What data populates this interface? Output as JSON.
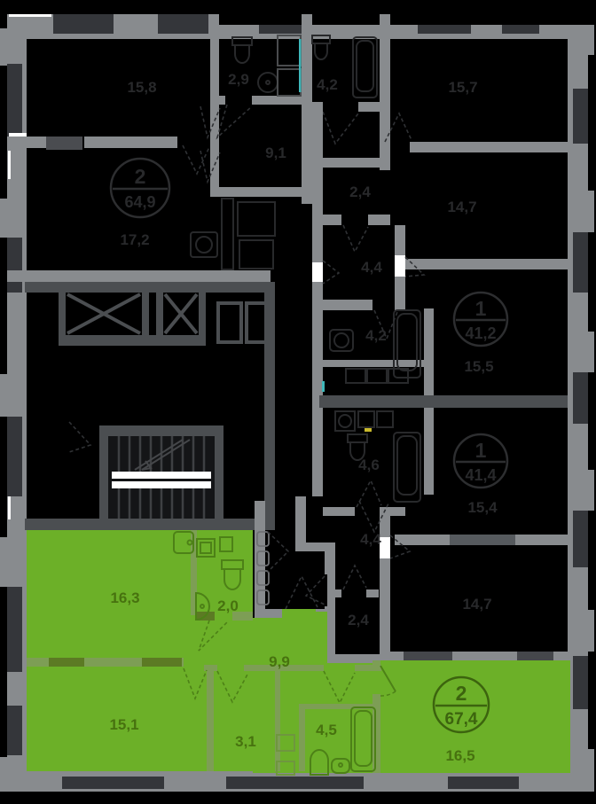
{
  "plan": {
    "type": "building-floor-plan",
    "background_color": "#000000",
    "wall_color": "#888b8e",
    "core_wall_color": "#4b4e51",
    "highlight_color": "#6cb028",
    "apartments": {
      "selected": {
        "status": "selected-highlighted",
        "rooms_count": "2",
        "total_area": "67,4",
        "labels": {
          "kitchen_living": "16,3",
          "bathroom_small": "2,0",
          "hallway": "9,9",
          "bedroom": "15,1",
          "storage": "3,1",
          "bathroom": "4,5",
          "living_room": "16,5"
        }
      },
      "a649": {
        "status": "dimmed",
        "rooms_count": "2",
        "total_area": "64,9",
        "labels": {
          "bedroom": "15,8",
          "living_room": "17,2",
          "bathroom": "2,9",
          "hallway": "9,1"
        }
      },
      "a157": {
        "status": "dimmed",
        "labels": {
          "room": "15,7",
          "bathroom": "4,2"
        }
      },
      "a412": {
        "status": "dimmed",
        "rooms_count": "1",
        "total_area": "41,2",
        "labels": {
          "kitchen_living": "15,5",
          "room": "14,7",
          "bathroom": "4,2",
          "hallway": "4,4",
          "storage": "2,4"
        }
      },
      "a414": {
        "status": "dimmed",
        "rooms_count": "1",
        "total_area": "41,4",
        "labels": {
          "kitchen_living": "15,4",
          "room": "14,7",
          "bathroom": "4,6",
          "hallway": "4,4",
          "storage": "2,4"
        }
      }
    }
  }
}
